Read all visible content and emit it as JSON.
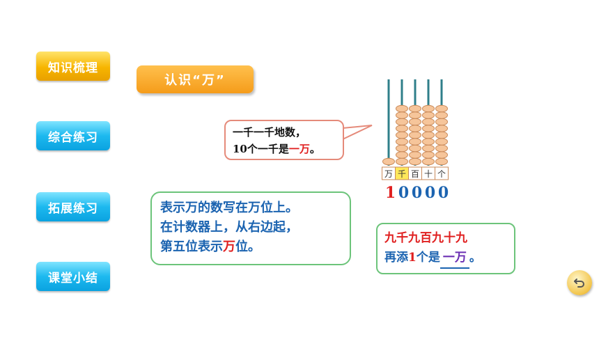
{
  "nav": {
    "items": [
      {
        "label": "知识梳理"
      },
      {
        "label": "综合练习"
      },
      {
        "label": "拓展练习"
      },
      {
        "label": "课堂小结"
      }
    ]
  },
  "topic": {
    "label": "认识“万”"
  },
  "bubble": {
    "line1": "一千一千地数，",
    "line2_prefix": "10个一千是",
    "line2_highlight": "一万",
    "line2_suffix": "。"
  },
  "abacus": {
    "place_labels": [
      "万",
      "千",
      "百",
      "十",
      "个"
    ],
    "bead_counts": [
      1,
      9,
      9,
      9,
      9
    ],
    "digits": [
      "1",
      "0",
      "0",
      "0",
      "0"
    ]
  },
  "note": {
    "line1": "表示万的数写在万位上。",
    "line2": "在计数器上，从右边起，",
    "line3_prefix": "第五位表示",
    "line3_highlight": "万",
    "line3_suffix": "位。"
  },
  "question": {
    "line1": "九千九百九十九",
    "line2_prefix": "再添",
    "line2_num": "1",
    "line2_mid": "个是",
    "line2_answer": "一万",
    "line2_suffix": "。"
  },
  "back_button": {
    "icon": "return-arrow-icon"
  }
}
